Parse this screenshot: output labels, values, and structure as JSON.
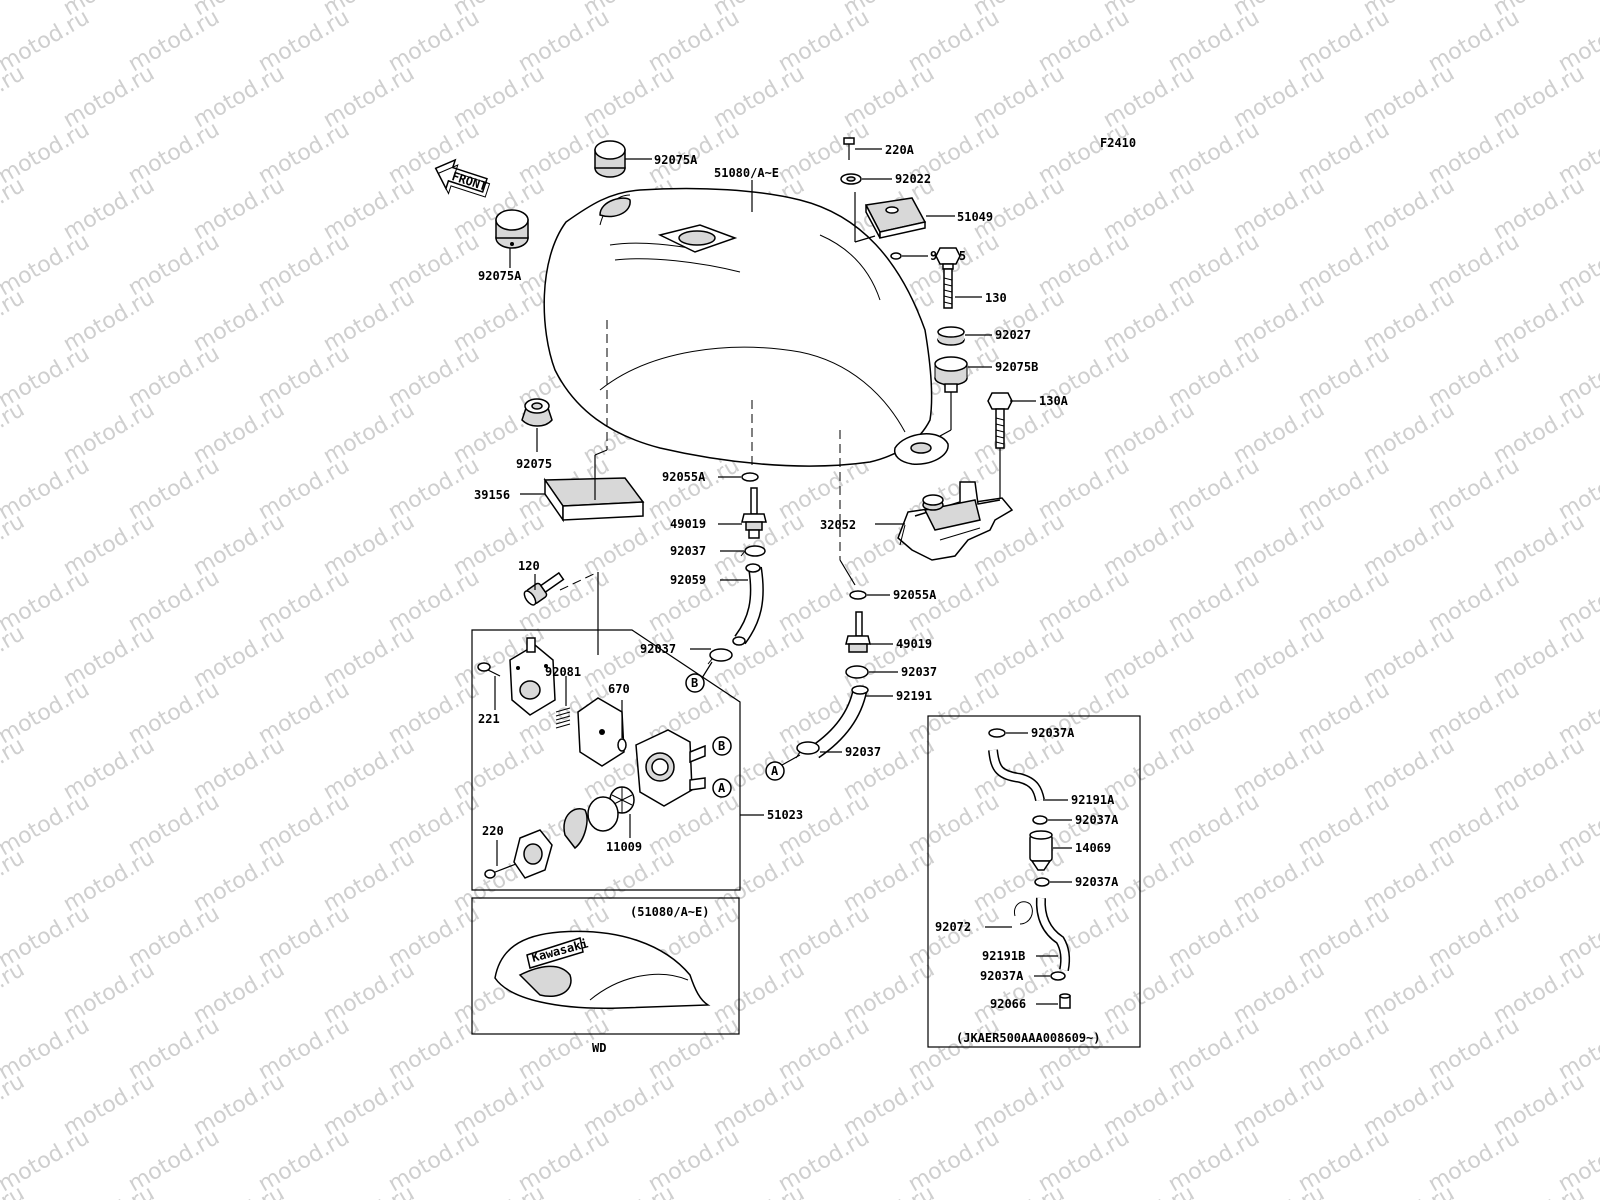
{
  "diagram": {
    "code": "F2410",
    "front_arrow": "FRONT",
    "watermark": "motod.ru",
    "labels": {
      "p92075A_top": "92075A",
      "p51080": "51080/A~E",
      "p92075A_left": "92075A",
      "p220A": "220A",
      "p92022": "92022",
      "p51049": "51049",
      "p92055": "92055",
      "p130": "130",
      "p92027": "92027",
      "p92075B": "92075B",
      "p130A": "130A",
      "p92075": "92075",
      "p39156": "39156",
      "p92055A_1": "92055A",
      "p49019_1": "49019",
      "p32052": "32052",
      "p92037_1": "92037",
      "p120": "120",
      "p92059": "92059",
      "p92055A_2": "92055A",
      "p92037_2": "92037",
      "p49019_2": "49019",
      "p92037_3": "92037",
      "p92081": "92081",
      "p670": "670",
      "p92191": "92191",
      "p221": "221",
      "p92037_4": "92037",
      "p51023": "51023",
      "p220": "220",
      "p11009": "11009",
      "callout_A1": "A",
      "callout_A2": "A",
      "callout_B1": "B",
      "callout_B2": "B",
      "variant_ref": "(51080/A~E)",
      "wd": "WD",
      "kawasaki": "Kawasaki",
      "p92037A_1": "92037A",
      "p92191A": "92191A",
      "p92037A_2": "92037A",
      "p14069": "14069",
      "p92037A_3": "92037A",
      "p92072": "92072",
      "p92191B": "92191B",
      "p92037A_4": "92037A",
      "p92066": "92066",
      "vin_range": "(JKAER500AAA008609~)"
    }
  }
}
